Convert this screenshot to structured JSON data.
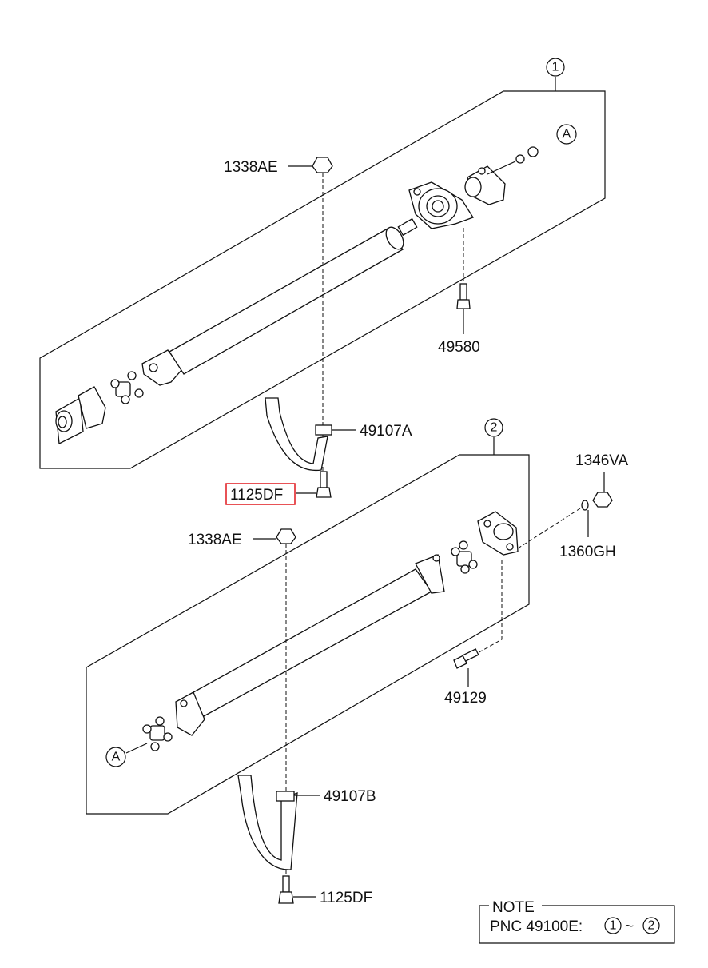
{
  "assemblies": [
    {
      "id": "1",
      "parts": [
        "1338AE",
        "49580",
        "49107A",
        "1125DF"
      ]
    },
    {
      "id": "2",
      "parts": [
        "1338AE",
        "1346VA",
        "1360GH",
        "49129",
        "49107B",
        "1125DF"
      ]
    }
  ],
  "callouts": {
    "ref_a": "A",
    "asm1": "1",
    "asm2": "2"
  },
  "labels": {
    "p_1338ae_top": "1338AE",
    "p_49580": "49580",
    "p_49107a": "49107A",
    "p_1125df_top": "1125DF",
    "p_1338ae_bot": "1338AE",
    "p_1346va": "1346VA",
    "p_1360gh": "1360GH",
    "p_49129": "49129",
    "p_49107b": "49107B",
    "p_1125df_bot": "1125DF"
  },
  "highlight": {
    "part": "1125DF",
    "color": "#e0191f"
  },
  "note": {
    "title": "NOTE",
    "text": "PNC  49100E:",
    "range_from": "1",
    "tilde": "~",
    "range_to": "2"
  }
}
